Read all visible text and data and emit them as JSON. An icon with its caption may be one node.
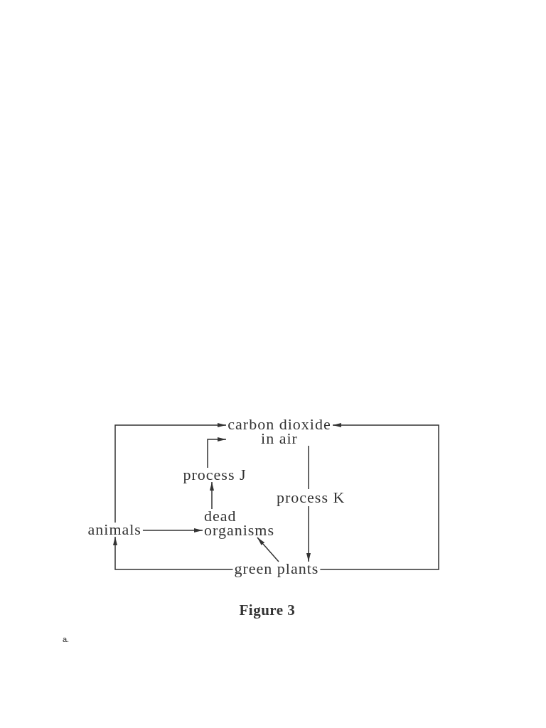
{
  "diagram": {
    "caption": "Figure 3",
    "nodes": [
      {
        "text": [
          "carbon dioxide in air"
        ]
      },
      {
        "text": [
          "process J"
        ]
      },
      {
        "text": [
          "dead organisms"
        ]
      },
      {
        "text": [
          "animals"
        ]
      },
      {
        "text": [
          "green plants"
        ]
      }
    ],
    "edges": [
      {
        "from": 0,
        "to": 4,
        "arrow": "to",
        "label": "process K"
      },
      {
        "from": 2,
        "to": 1,
        "arrow": "to"
      },
      {
        "from": 1,
        "to": 0,
        "arrow": "to"
      },
      {
        "from": 3,
        "to": 2,
        "arrow": "to"
      },
      {
        "from": 4,
        "to": 2,
        "arrow": "to"
      },
      {
        "from": 4,
        "to": 3,
        "arrow": "to"
      },
      {
        "from": 3,
        "to": 0,
        "arrow": "to"
      },
      {
        "from": 4,
        "to": 0,
        "arrow": "to"
      }
    ],
    "labels": [
      "a."
    ]
  }
}
